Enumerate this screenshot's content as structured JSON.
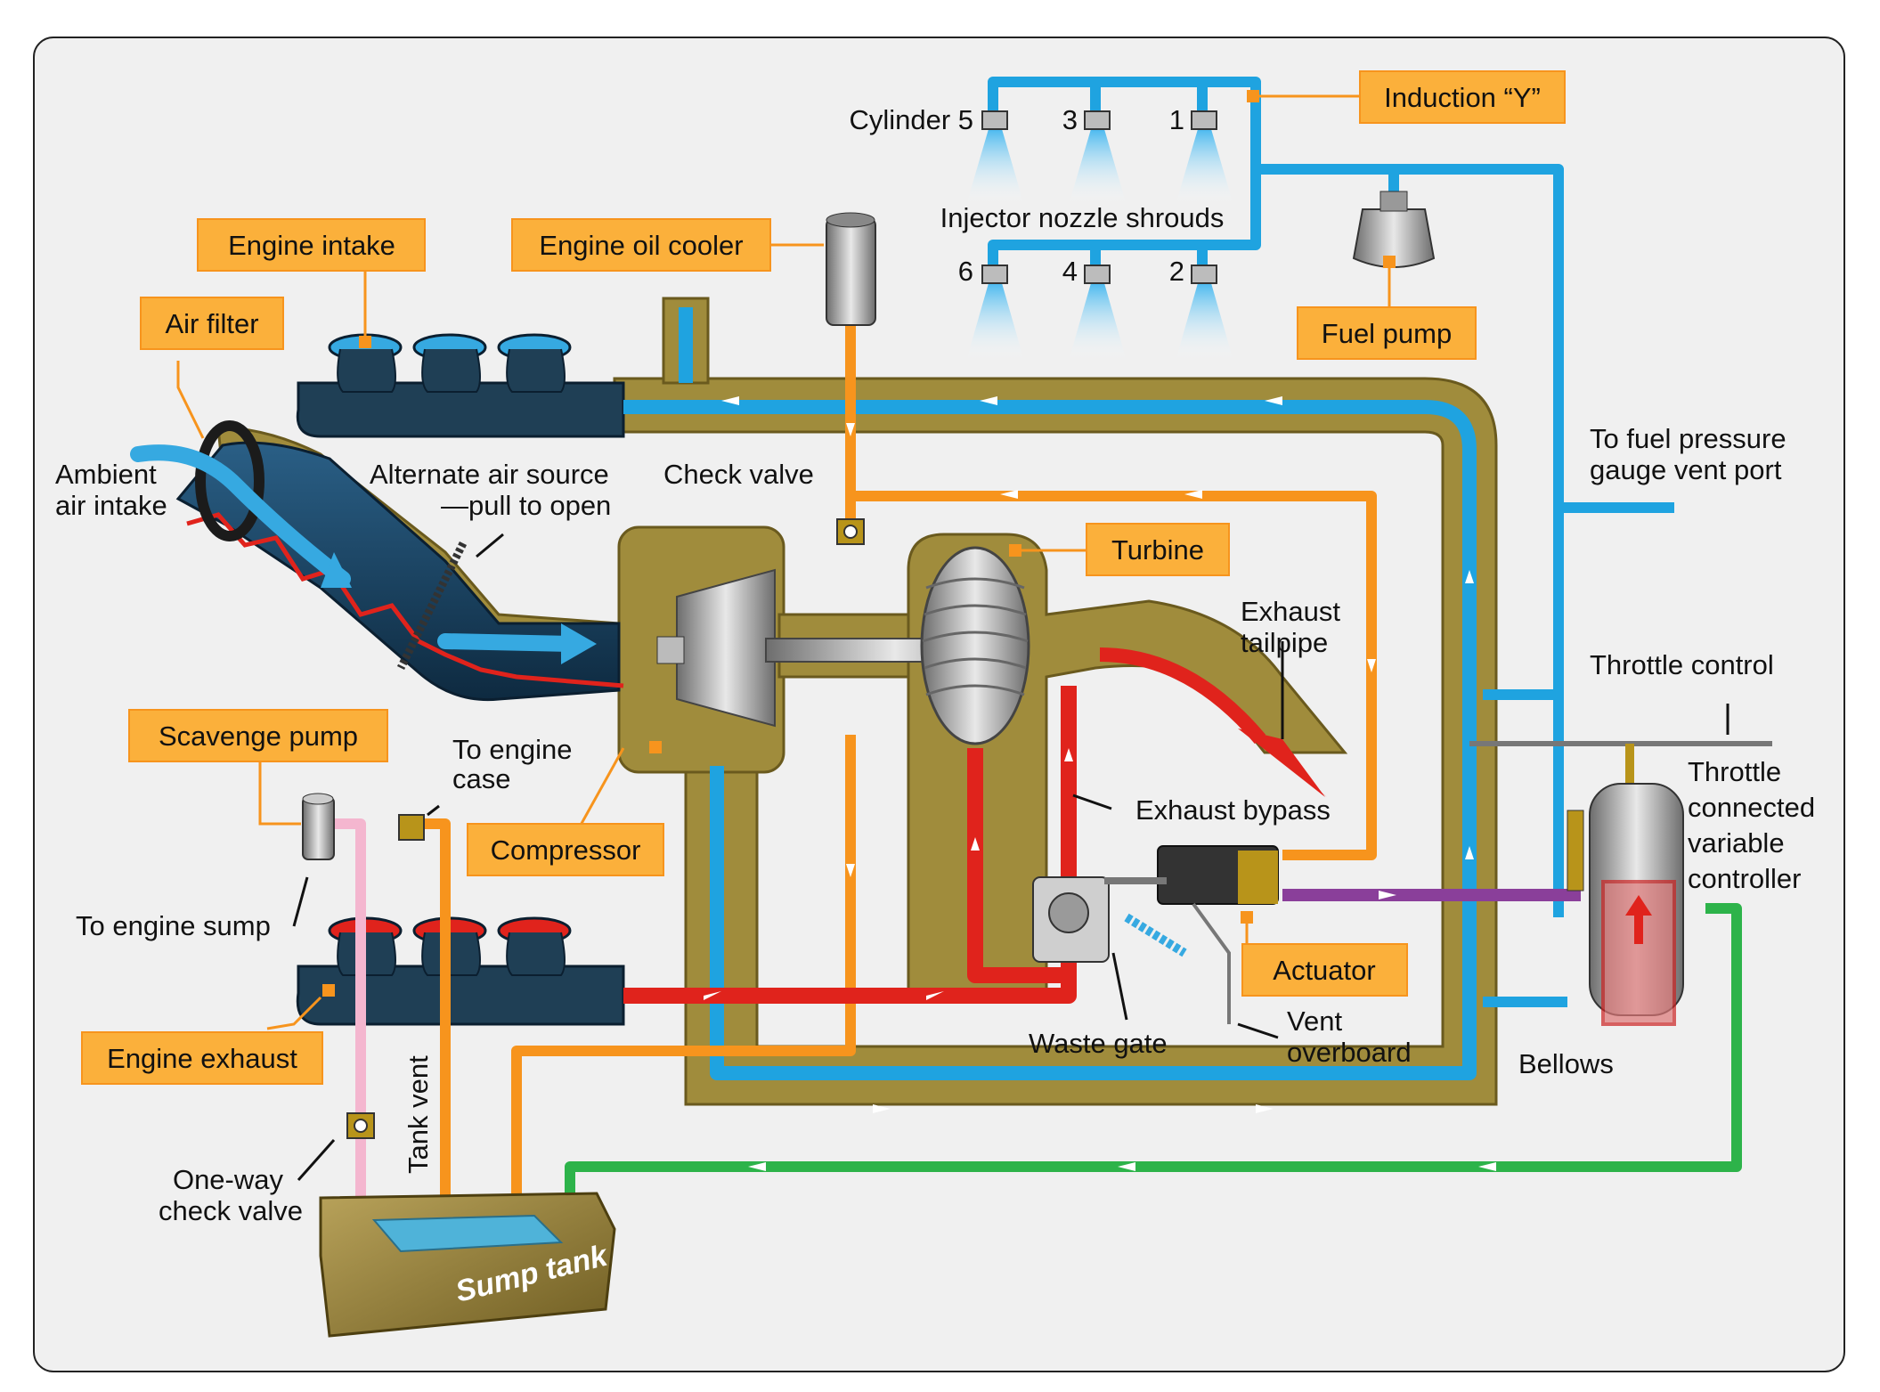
{
  "labels": {
    "induction_y": "Induction “Y”",
    "cylinder_5": "Cylinder 5",
    "cyl_3": "3",
    "cyl_1": "1",
    "cyl_6": "6",
    "cyl_4": "4",
    "cyl_2": "2",
    "injector_nozzle_shrouds": "Injector nozzle shrouds",
    "engine_intake": "Engine intake",
    "engine_oil_cooler": "Engine oil cooler",
    "fuel_pump": "Fuel pump",
    "air_filter": "Air filter",
    "ambient_air_intake_1": "Ambient",
    "ambient_air_intake_2": "air intake",
    "alternate_air_1": "Alternate air source",
    "alternate_air_2": "—pull to open",
    "check_valve": "Check valve",
    "turbine": "Turbine",
    "fuel_pressure_1": "To fuel pressure",
    "fuel_pressure_2": "gauge vent port",
    "exhaust_tailpipe_1": "Exhaust",
    "exhaust_tailpipe_2": "tailpipe",
    "throttle_control": "Throttle control",
    "throttle_cvc_1": "Throttle",
    "throttle_cvc_2": "connected",
    "throttle_cvc_3": "variable",
    "throttle_cvc_4": "controller",
    "scavenge_pump": "Scavenge pump",
    "to_engine_case_1": "To engine",
    "to_engine_case_2": "case",
    "compressor": "Compressor",
    "exhaust_bypass": "Exhaust bypass",
    "to_engine_sump": "To engine sump",
    "actuator": "Actuator",
    "engine_exhaust": "Engine exhaust",
    "waste_gate": "Waste gate",
    "vent_overboard_1": "Vent",
    "vent_overboard_2": "overboard",
    "bellows": "Bellows",
    "tank_vent": "Tank vent",
    "one_way_1": "One-way",
    "one_way_2": "check valve",
    "sump_tank": "Sump tank"
  },
  "colors": {
    "fuel_line": "#1fa3e0",
    "oil_line": "#f7941d",
    "exhaust_line": "#e0231c",
    "housing": "#a08c3c",
    "controller_line": "#8a3f9a",
    "return_line": "#2db34a",
    "scavenge_line": "#f4b6cf",
    "label_box": "#fbb03b"
  }
}
